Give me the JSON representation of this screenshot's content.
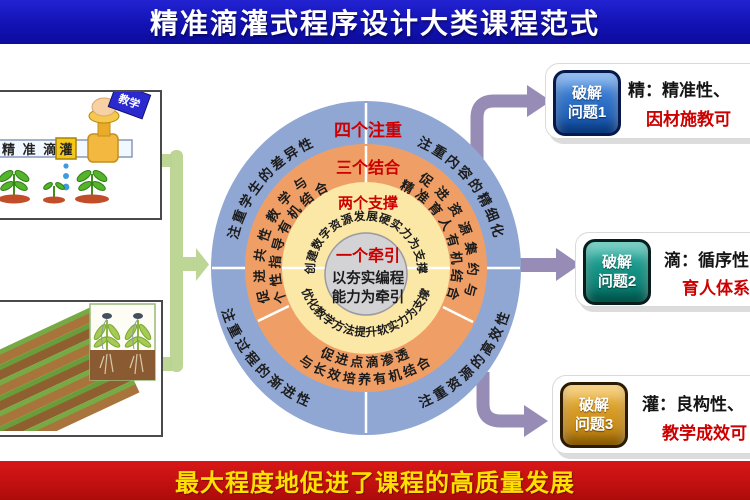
{
  "title": "精准滴灌式程序设计大类课程范式",
  "footer": "最大程度地促进了课程的高质量发展",
  "drip_cartoon": {
    "sleeve_label": "教学",
    "pipe_label": "精 准 滴",
    "tag_label": "灌"
  },
  "circle": {
    "blue": {
      "label": "四个注重",
      "top_left": "注重学生的差异性",
      "top_right": "注重内容的精细化",
      "bottom_left": "注重过程的渐进性",
      "bottom_right": "注重资源的高效性"
    },
    "orange": {
      "label": "三个结合",
      "left_line1": "促进共性教学与",
      "left_line2": "个性指导有机结合",
      "right_line1": "促进资源集约与",
      "right_line2": "精准育人有机结合",
      "bottom_line1": "促进点滴渗透",
      "bottom_line2": "与长效培养有机结合"
    },
    "yellow": {
      "label": "两个支撑",
      "top": "创建数字资源发展硬实力为支撑",
      "bottom": "优化教学方法提升软实力为支撑"
    },
    "center": {
      "label": "一个牵引",
      "line1": "以夯实编程",
      "line2": "能力为牵引"
    }
  },
  "solutions": [
    {
      "badge_line1": "破解",
      "badge_line2": "问题1",
      "text": "精：精准性、",
      "subtext": "因材施教可",
      "color": "#0c4ba6"
    },
    {
      "badge_line1": "破解",
      "badge_line2": "问题2",
      "text": "滴：循序性",
      "subtext": "育人体系",
      "color": "#006e63"
    },
    {
      "badge_line1": "破解",
      "badge_line2": "问题3",
      "text": "灌：良构性、",
      "subtext": "教学成效可",
      "color": "#b67808"
    }
  ],
  "colors": {
    "banner_blue": "#1212b4",
    "banner_red": "#c01010",
    "footer_text": "#ffe100",
    "ring_blue": "#90a7d4",
    "ring_orange": "#ef9f66",
    "ring_yellow": "#fbe7a6",
    "ring_center": "#d3d3d6",
    "label_red": "#cc0000",
    "arrow_purple": "#978cb5",
    "arrow_green": "#b9d38f"
  }
}
